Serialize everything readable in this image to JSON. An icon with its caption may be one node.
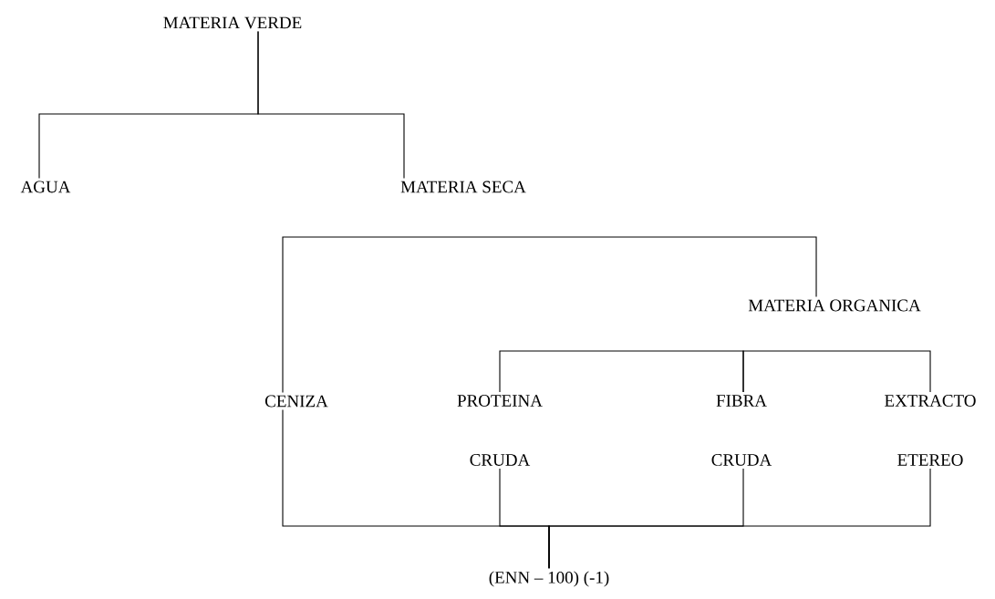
{
  "diagram": {
    "nodes": [
      {
        "text": [
          "MATERIA VERDE"
        ]
      },
      {
        "text": [
          "AGUA"
        ]
      },
      {
        "text": [
          "MATERIA SECA"
        ]
      },
      {
        "text": [
          "MATERIA ORGANICA"
        ]
      },
      {
        "text": [
          "CENIZA"
        ]
      },
      {
        "text": [
          "PROTEINA CRUDA"
        ]
      },
      {
        "text": [
          "FIBRA CRUDA"
        ]
      },
      {
        "text": [
          "EXTRACTO ETEREO"
        ]
      },
      {
        "text": [
          "(ENN – 100) (-1)"
        ]
      }
    ],
    "edges": [
      {
        "from": 0,
        "to": 1,
        "arrow": "none"
      },
      {
        "from": 0,
        "to": 2,
        "arrow": "none"
      },
      {
        "from": 4,
        "to": 3,
        "arrow": "none"
      },
      {
        "from": 5,
        "to": 6,
        "arrow": "none"
      },
      {
        "from": 6,
        "to": 7,
        "arrow": "none"
      },
      {
        "from": 4,
        "to": 8,
        "arrow": "none"
      },
      {
        "from": 5,
        "to": 8,
        "arrow": "none"
      },
      {
        "from": 6,
        "to": 8,
        "arrow": "none"
      },
      {
        "from": 7,
        "to": 8,
        "arrow": "none"
      }
    ]
  }
}
